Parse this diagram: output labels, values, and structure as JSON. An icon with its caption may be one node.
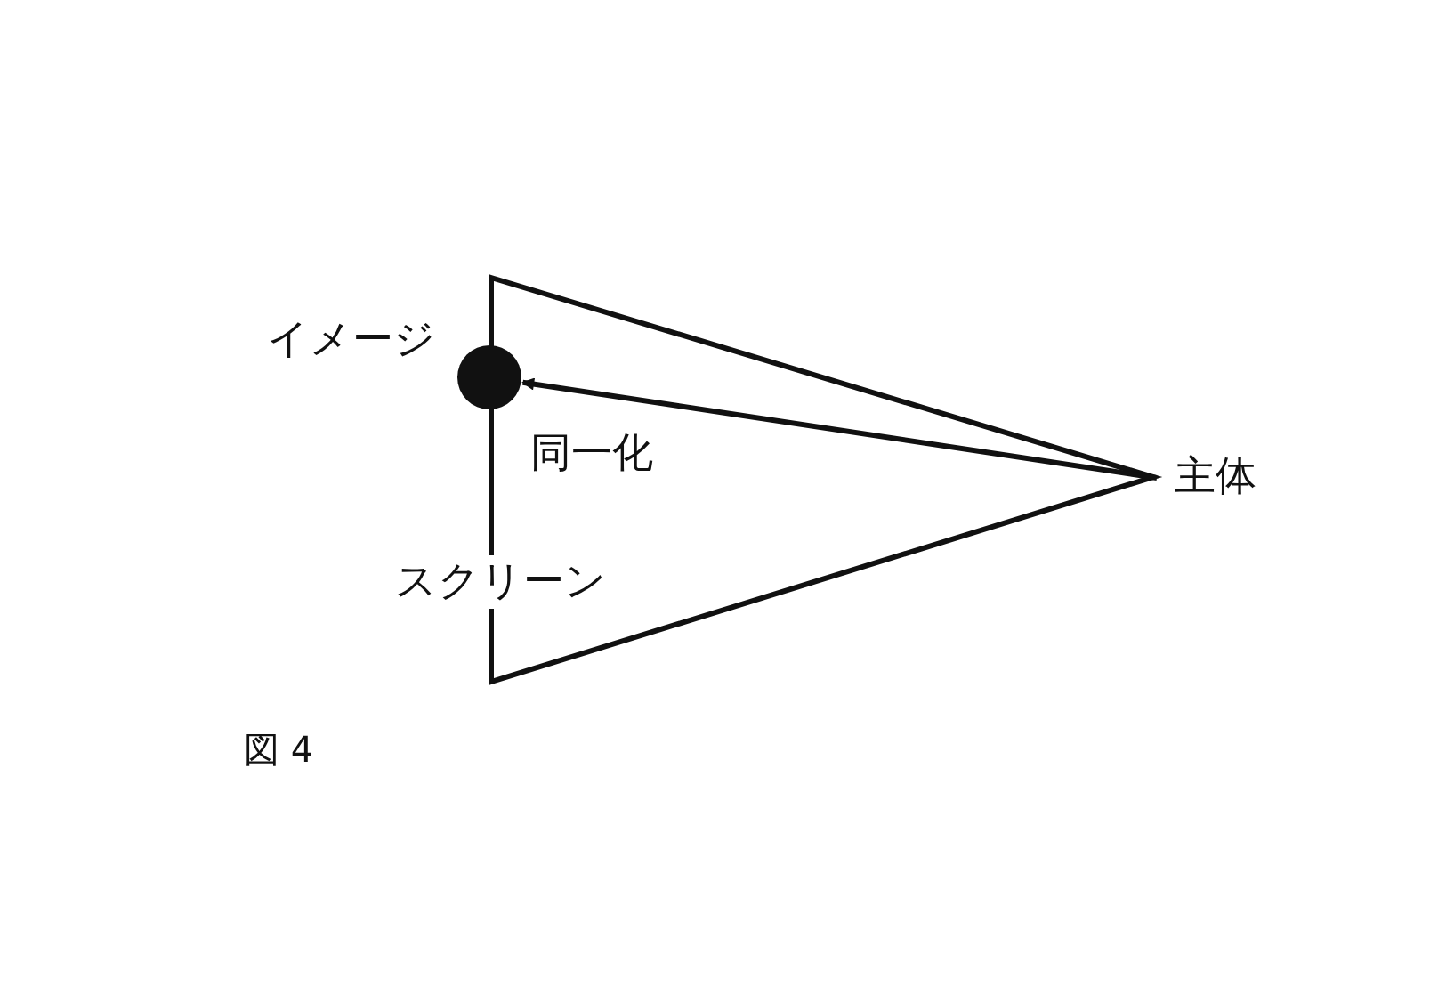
{
  "diagram": {
    "caption": "図 4",
    "nodes": [
      {
        "text": [
          "主体"
        ]
      },
      {
        "text": [],
        "shape": "circle",
        "beside": [
          "イメージ"
        ]
      }
    ],
    "edges": [
      {
        "from": 0,
        "to": 1,
        "arrow": "to",
        "label": "同一化"
      }
    ],
    "labels": [
      "スクリーン"
    ]
  }
}
